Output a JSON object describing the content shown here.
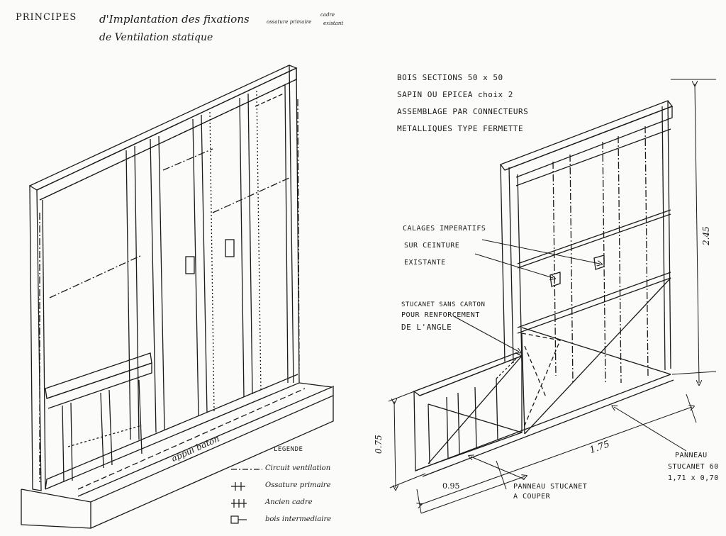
{
  "title": {
    "principes": "PRINCIPES",
    "line1": "d'Implantation des fixations",
    "small_a": "ossature primaire",
    "small_b": "cadre",
    "small_c": "existant",
    "line2": "de Ventilation statique"
  },
  "left_panel": {
    "appui_label": "appui baton"
  },
  "legend": {
    "title": "LEGENDE",
    "items": [
      {
        "symbol": "dashdot",
        "label": "Circuit ventilation"
      },
      {
        "symbol": "double",
        "label": "Ossature primaire"
      },
      {
        "symbol": "triple",
        "label": "Ancien cadre"
      },
      {
        "symbol": "block",
        "label": "bois intermediaire"
      }
    ]
  },
  "right_panel": {
    "spec_lines": [
      "BOIS SECTIONS 50 x 50",
      "SAPIN OU EPICEA choix 2",
      "ASSEMBLAGE PAR CONNECTEURS",
      "METALLIQUES TYPE FERMETTE"
    ],
    "cales_lines": [
      "CALAGES IMPERATIFS",
      "SUR CEINTURE",
      "EXISTANTE"
    ],
    "stucanet_lines": [
      "STUCANET SANS CARTON",
      "POUR RENFORCEMENT",
      "DE L'ANGLE"
    ],
    "dimensions": {
      "height": "2.45",
      "lower_height": "0.75",
      "width": "1.75",
      "bottom": "0.95"
    },
    "panneau_couper_lines": [
      "PANNEAU STUCANET",
      "A COUPER"
    ],
    "panneau_60_lines": [
      "PANNEAU",
      "STUCANET 60",
      "1,71 x 0,70"
    ]
  }
}
